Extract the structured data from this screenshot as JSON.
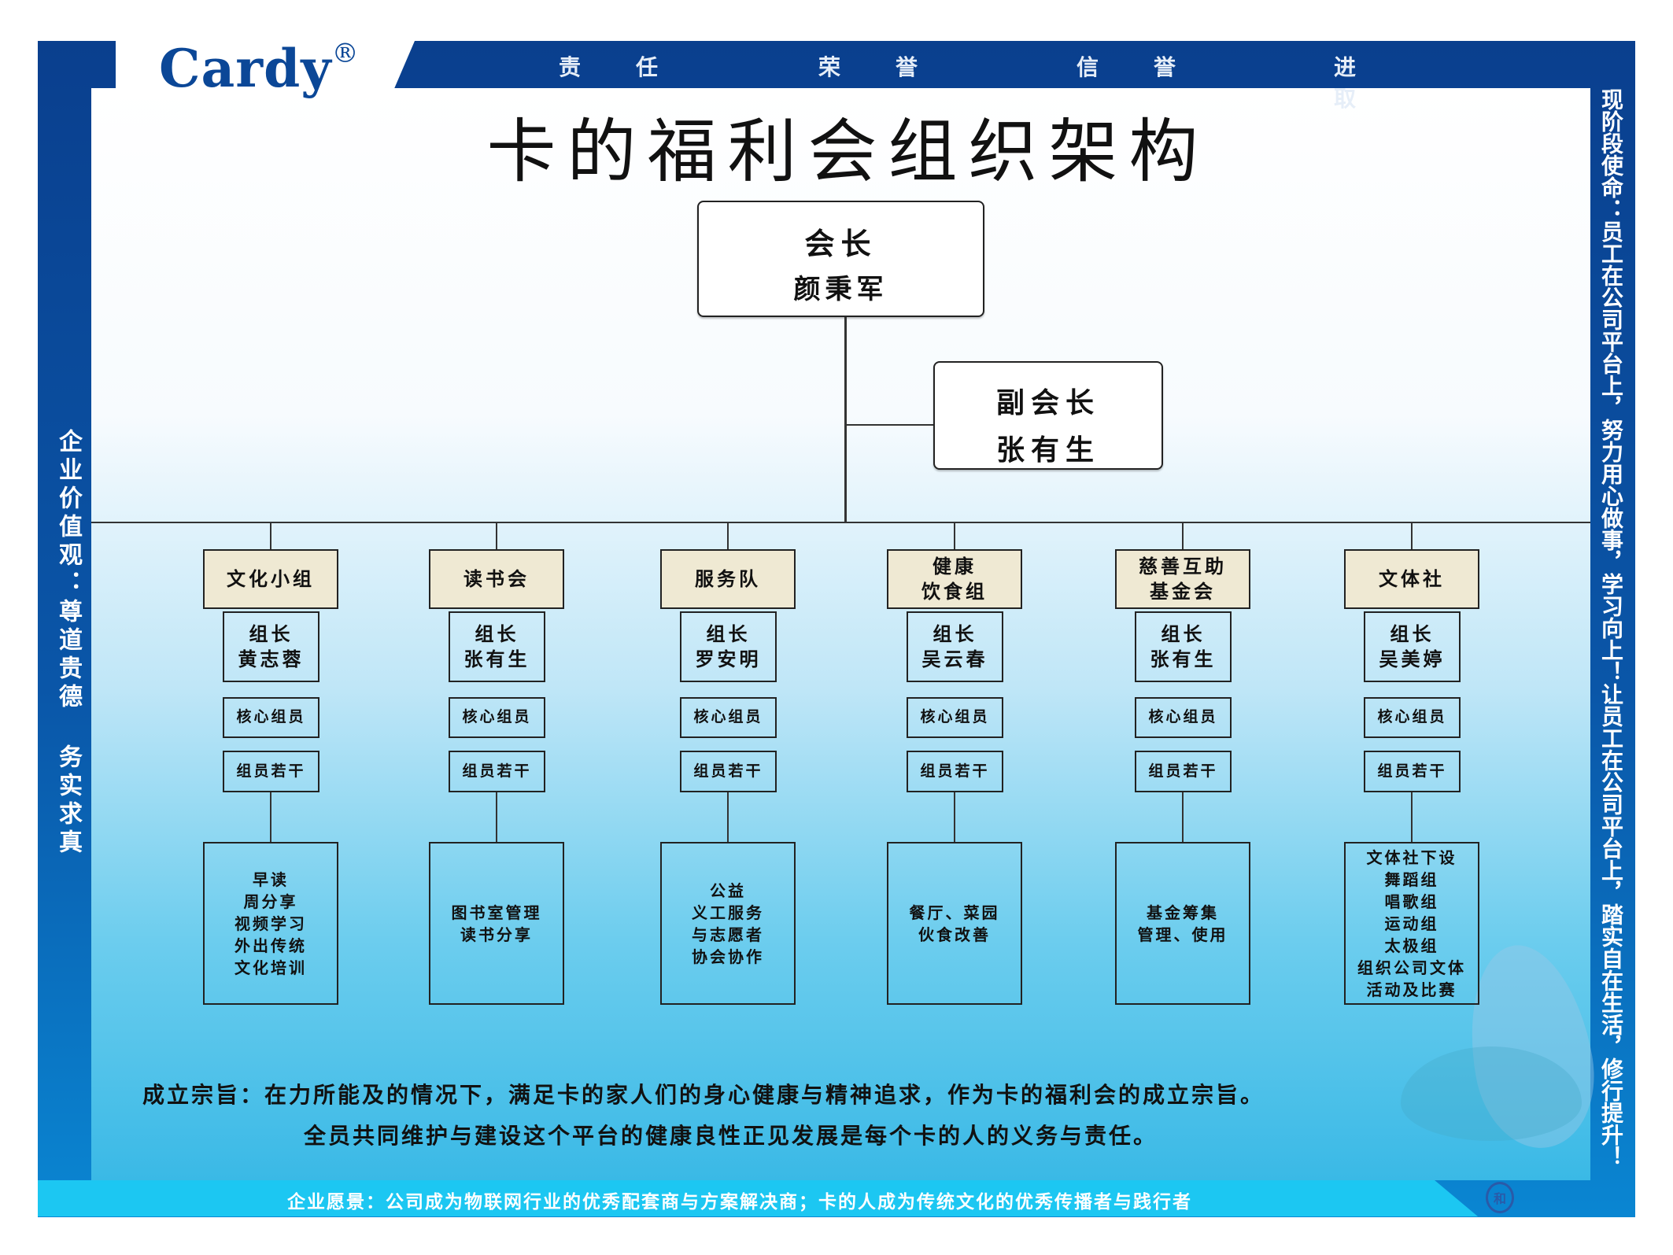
{
  "header": {
    "logo": "Cardy",
    "registered": "®",
    "mottos": [
      "责任",
      "荣誉",
      "信誉",
      "进取"
    ]
  },
  "title": "卡的福利会组织架构",
  "president": {
    "role": "会长",
    "name": "颜秉军"
  },
  "vice_president": {
    "role": "副会长",
    "name": "张有生"
  },
  "groups": [
    {
      "name": [
        "文化小组"
      ],
      "leader_label": "组长",
      "leader": "黄志蓉",
      "core": "核心组员",
      "members": "组员若干",
      "desc": [
        "早读",
        "周分享",
        "视频学习",
        "外出传统",
        "文化培训"
      ]
    },
    {
      "name": [
        "读书会"
      ],
      "leader_label": "组长",
      "leader": "张有生",
      "core": "核心组员",
      "members": "组员若干",
      "desc": [
        "图书室管理",
        "读书分享"
      ]
    },
    {
      "name": [
        "服务队"
      ],
      "leader_label": "组长",
      "leader": "罗安明",
      "core": "核心组员",
      "members": "组员若干",
      "desc": [
        "公益",
        "义工服务",
        "与志愿者",
        "协会协作"
      ]
    },
    {
      "name": [
        "健康",
        "饮食组"
      ],
      "leader_label": "组长",
      "leader": "吴云春",
      "core": "核心组员",
      "members": "组员若干",
      "desc": [
        "餐厅、菜园",
        "伙食改善"
      ]
    },
    {
      "name": [
        "慈善互助",
        "基金会"
      ],
      "leader_label": "组长",
      "leader": "张有生",
      "core": "核心组员",
      "members": "组员若干",
      "desc": [
        "基金筹集",
        "管理、使用"
      ]
    },
    {
      "name": [
        "文体社"
      ],
      "leader_label": "组长",
      "leader": "吴美婷",
      "core": "核心组员",
      "members": "组员若干",
      "desc": [
        "文体社下设",
        "舞蹈组",
        "唱歌组",
        "运动组",
        "太极组",
        "组织公司文体",
        "活动及比赛"
      ]
    }
  ],
  "mission": {
    "line1": "成立宗旨：在力所能及的情况下，满足卡的家人们的身心健康与精神追求，作为卡的福利会的成立宗旨。",
    "line2": "全员共同维护与建设这个平台的健康良性正见发展是每个卡的人的义务与责任。"
  },
  "left_banner": "企业价值观：尊道贵德 务实求真",
  "right_banner": "现阶段使命：员工在公司平台上，努力用心做事，学习向上！让员工在公司平台上，踏实自在生活，修行提升！",
  "vision": "企业愿景：公司成为物联网行业的优秀配套商与方案解决商；卡的人成为传统文化的优秀传播者与践行者",
  "seal": "和"
}
